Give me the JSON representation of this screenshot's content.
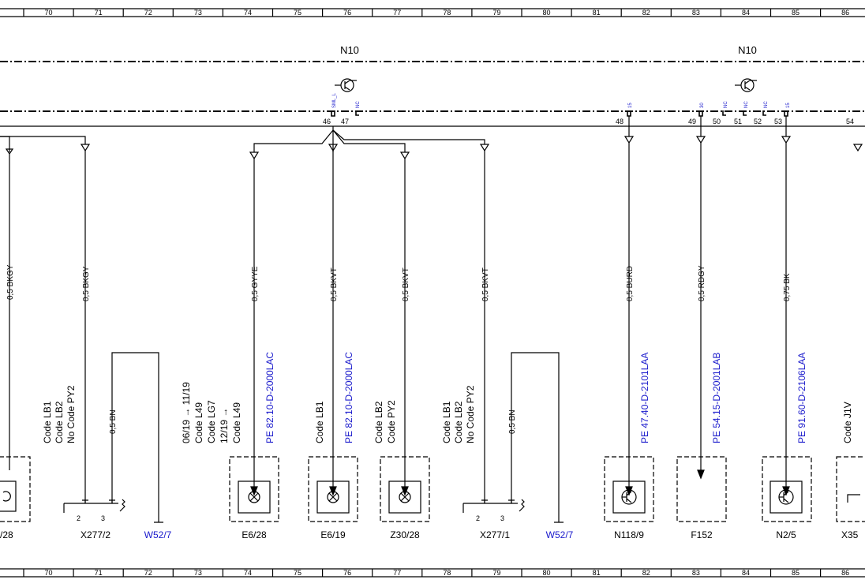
{
  "ruler": [
    "70",
    "71",
    "72",
    "73",
    "74",
    "75",
    "76",
    "77",
    "78",
    "79",
    "80",
    "81",
    "82",
    "83",
    "84",
    "85",
    "86"
  ],
  "modules": {
    "left": "N10",
    "right": "N10"
  },
  "signals": {
    "s46": "SML_L",
    "s47": "NC",
    "s48": "15",
    "s49": "30",
    "s50": "NC",
    "s51": "NC",
    "s52": "NC",
    "s53": "15"
  },
  "pins": {
    "p46": "46",
    "p47": "47",
    "p48": "48",
    "p49": "49",
    "p50": "50",
    "p51": "51",
    "p52": "52",
    "p53": "53",
    "p54": "54"
  },
  "wires": {
    "w_left": "0,5 BKGY",
    "w71": "0,5 BKGY",
    "w74": "0,5 GYYE",
    "w76": "0,5 BKVT",
    "w77": "0,5 BKVT",
    "w79": "0,5 BKVT",
    "w82": "0,5 BURD",
    "w83": "0,5 RDGY",
    "w85": "0,75 BK",
    "w_brn1": "0,5 BN",
    "w_brn2": "0,5 BN"
  },
  "codes": {
    "c71": [
      "Code LB1",
      "Code LB2",
      "No Code PY2"
    ],
    "c73": [
      "06/19 → 11/19",
      "Code L49",
      "Code LG7",
      "12/19 →",
      "Code L49"
    ],
    "c76": [
      "Code LB1"
    ],
    "c77": [
      "Code LB2",
      "Code PY2"
    ],
    "c79": [
      "Code LB1",
      "Code LB2",
      "No Code PY2"
    ],
    "c86": [
      "Code J1V"
    ]
  },
  "references": {
    "r74": "PE 82.10-D-2000LAC",
    "r76": "PE 82.10-D-2000LAC",
    "r82": "PE 47.40-D-2101LAA",
    "r83": "PE 54.15-D-2001LAB",
    "r85": "PE 91.60-D-2106LAA"
  },
  "components": {
    "c_left": "/28",
    "x277_2": "X277/2",
    "w52_7a": "W52/7",
    "e6_28": "E6/28",
    "e6_19": "E6/19",
    "z30_28": "Z30/28",
    "x277_1": "X277/1",
    "w52_7b": "W52/7",
    "n118_9": "N118/9",
    "f152": "F152",
    "n2_5": "N2/5",
    "x35": "X35"
  },
  "connector_pins": {
    "a2": "2",
    "a3": "3",
    "b2": "2",
    "b3": "3"
  }
}
